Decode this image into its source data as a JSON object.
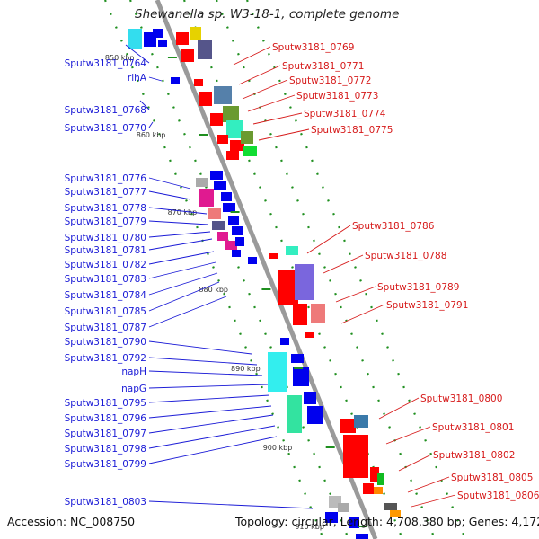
{
  "title": "Shewanella sp. W3-18-1, complete genome",
  "accession_label": "Accession:",
  "accession": "NC_008750",
  "topology_label": "Topology:",
  "topology": "circular,",
  "length_label": "Length:",
  "length": "4,708,380 bp;",
  "genes_label": "Genes:",
  "genes": "4,172",
  "kbp_marks": [
    "850 kbp",
    "860 kbp",
    "870 kbp",
    "880 kbp",
    "890 kbp",
    "900 kbp",
    "910 kbp"
  ],
  "left_labels": [
    "Sputw3181_0764",
    "rihA",
    "Sputw3181_0768",
    "Sputw3181_0770",
    "Sputw3181_0776",
    "Sputw3181_0777",
    "Sputw3181_0778",
    "Sputw3181_0779",
    "Sputw3181_0780",
    "Sputw3181_0781",
    "Sputw3181_0782",
    "Sputw3181_0783",
    "Sputw3181_0784",
    "Sputw3181_0785",
    "Sputw3181_0787",
    "Sputw3181_0790",
    "Sputw3181_0792",
    "napH",
    "napG",
    "Sputw3181_0795",
    "Sputw3181_0796",
    "Sputw3181_0797",
    "Sputw3181_0798",
    "Sputw3181_0799",
    "Sputw3181_0803"
  ],
  "right_labels": [
    "Sputw3181_0769",
    "Sputw3181_0771",
    "Sputw3181_0772",
    "Sputw3181_0773",
    "Sputw3181_0774",
    "Sputw3181_0775",
    "Sputw3181_0786",
    "Sputw3181_0788",
    "Sputw3181_0789",
    "Sputw3181_0791",
    "Sputw3181_0800",
    "Sputw3181_0801",
    "Sputw3181_0802",
    "Sputw3181_0805",
    "Sputw3181_0806"
  ],
  "colors": {
    "backbone": "#9a9a9a",
    "left_label": "#1a1ad6",
    "right_label": "#d61a1a",
    "forward_strand": "#ff0000",
    "reverse_strand": "#0000ee",
    "tick": "#1f8f1f"
  }
}
